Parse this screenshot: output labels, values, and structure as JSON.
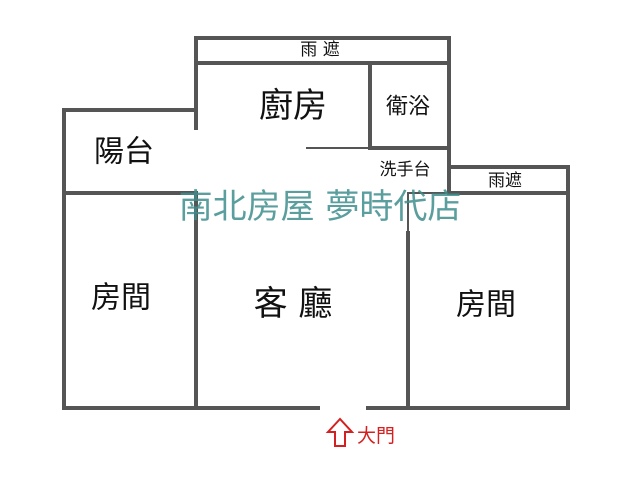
{
  "rooms": {
    "canopy_top": "雨 遮",
    "kitchen": "廚房",
    "bathroom": "衛浴",
    "balcony": "陽台",
    "washbasin": "洗手台",
    "canopy_right": "雨遮",
    "bedroom_left": "房間",
    "living_room": "客 廳",
    "bedroom_right": "房間"
  },
  "watermark": "南北房屋  夢時代店",
  "entrance": {
    "label": "大門",
    "icon": "up-arrow-icon",
    "color": "#d42020"
  },
  "colors": {
    "wall": "#555555",
    "watermark": "#3f8e8e"
  }
}
